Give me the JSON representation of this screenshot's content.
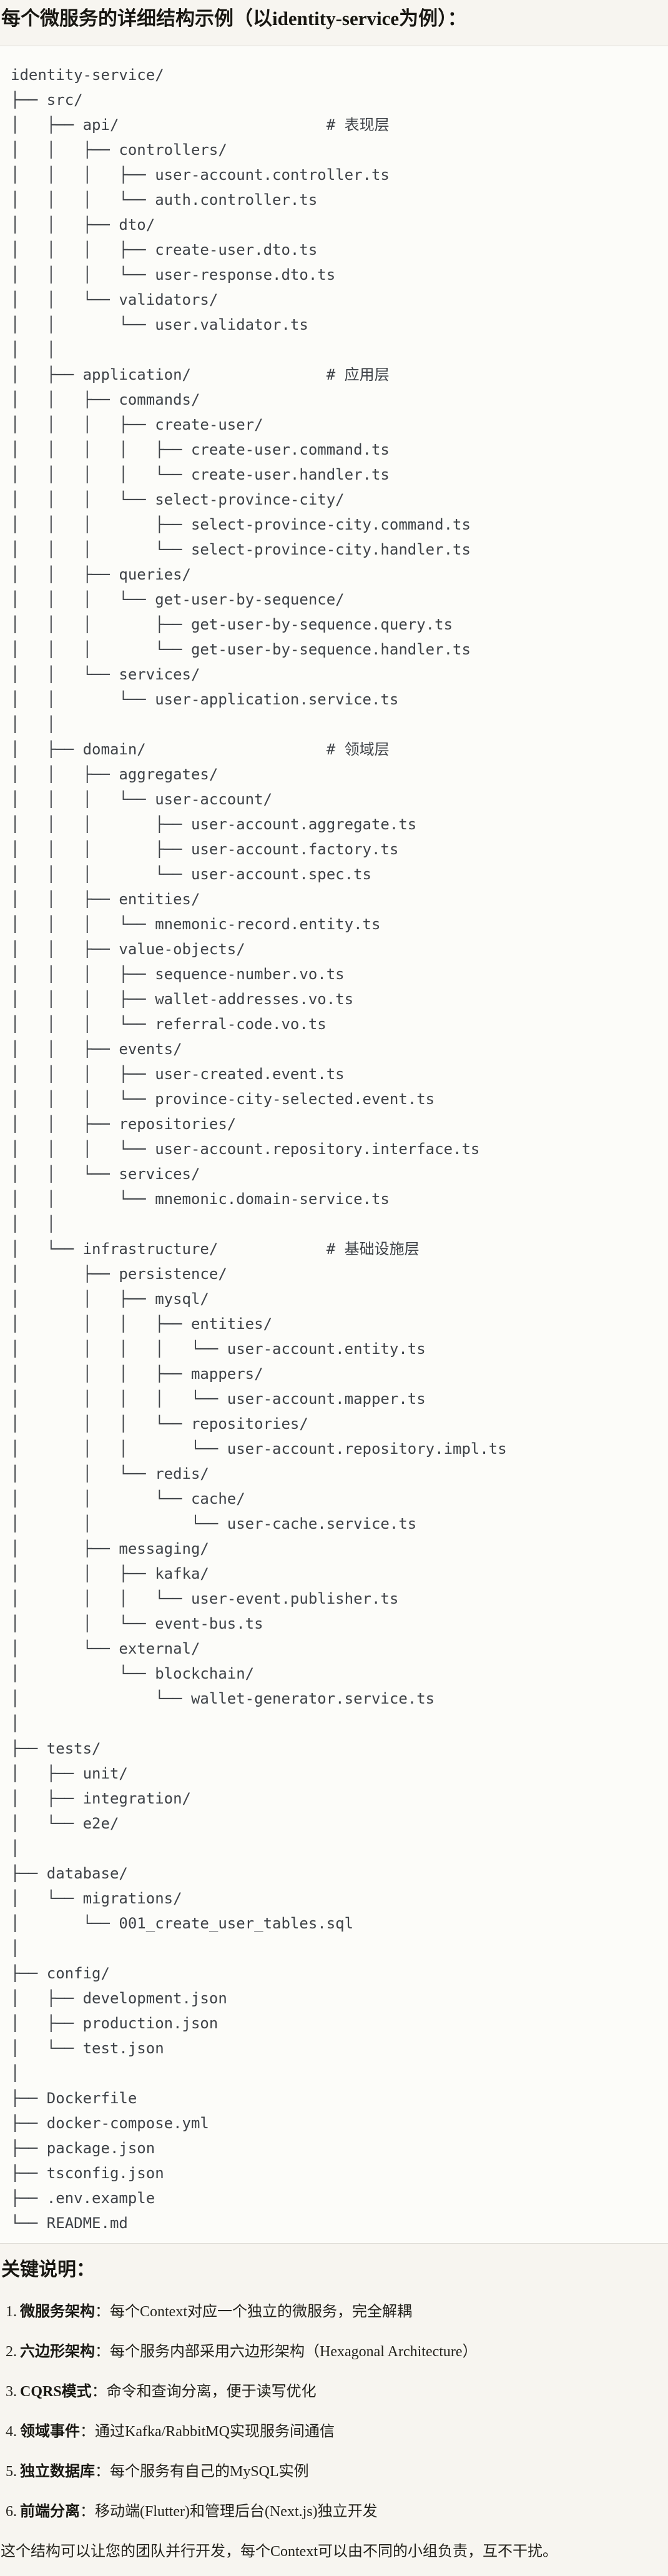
{
  "title": "每个微服务的详细结构示例（以identity-service为例）：",
  "tree_lines": [
    "identity-service/",
    "├── src/",
    "│   ├── api/                       # 表现层",
    "│   │   ├── controllers/",
    "│   │   │   ├── user-account.controller.ts",
    "│   │   │   └── auth.controller.ts",
    "│   │   ├── dto/",
    "│   │   │   ├── create-user.dto.ts",
    "│   │   │   └── user-response.dto.ts",
    "│   │   └── validators/",
    "│   │       └── user.validator.ts",
    "│   │",
    "│   ├── application/               # 应用层",
    "│   │   ├── commands/",
    "│   │   │   ├── create-user/",
    "│   │   │   │   ├── create-user.command.ts",
    "│   │   │   │   └── create-user.handler.ts",
    "│   │   │   └── select-province-city/",
    "│   │   │       ├── select-province-city.command.ts",
    "│   │   │       └── select-province-city.handler.ts",
    "│   │   ├── queries/",
    "│   │   │   └── get-user-by-sequence/",
    "│   │   │       ├── get-user-by-sequence.query.ts",
    "│   │   │       └── get-user-by-sequence.handler.ts",
    "│   │   └── services/",
    "│   │       └── user-application.service.ts",
    "│   │",
    "│   ├── domain/                    # 领域层",
    "│   │   ├── aggregates/",
    "│   │   │   └── user-account/",
    "│   │   │       ├── user-account.aggregate.ts",
    "│   │   │       ├── user-account.factory.ts",
    "│   │   │       └── user-account.spec.ts",
    "│   │   ├── entities/",
    "│   │   │   └── mnemonic-record.entity.ts",
    "│   │   ├── value-objects/",
    "│   │   │   ├── sequence-number.vo.ts",
    "│   │   │   ├── wallet-addresses.vo.ts",
    "│   │   │   └── referral-code.vo.ts",
    "│   │   ├── events/",
    "│   │   │   ├── user-created.event.ts",
    "│   │   │   └── province-city-selected.event.ts",
    "│   │   ├── repositories/",
    "│   │   │   └── user-account.repository.interface.ts",
    "│   │   └── services/",
    "│   │       └── mnemonic.domain-service.ts",
    "│   │",
    "│   └── infrastructure/            # 基础设施层",
    "│       ├── persistence/",
    "│       │   ├── mysql/",
    "│       │   │   ├── entities/",
    "│       │   │   │   └── user-account.entity.ts",
    "│       │   │   ├── mappers/",
    "│       │   │   │   └── user-account.mapper.ts",
    "│       │   │   └── repositories/",
    "│       │   │       └── user-account.repository.impl.ts",
    "│       │   └── redis/",
    "│       │       └── cache/",
    "│       │           └── user-cache.service.ts",
    "│       ├── messaging/",
    "│       │   ├── kafka/",
    "│       │   │   └── user-event.publisher.ts",
    "│       │   └── event-bus.ts",
    "│       └── external/",
    "│           └── blockchain/",
    "│               └── wallet-generator.service.ts",
    "│",
    "├── tests/",
    "│   ├── unit/",
    "│   ├── integration/",
    "│   └── e2e/",
    "│",
    "├── database/",
    "│   └── migrations/",
    "│       └── 001_create_user_tables.sql",
    "│",
    "├── config/",
    "│   ├── development.json",
    "│   ├── production.json",
    "│   └── test.json",
    "│",
    "├── Dockerfile",
    "├── docker-compose.yml",
    "├── package.json",
    "├── tsconfig.json",
    "├── .env.example",
    "└── README.md"
  ],
  "notes_heading": "关键说明：",
  "notes": [
    {
      "num": "1.",
      "label": "微服务架构",
      "text": "：每个Context对应一个独立的微服务，完全解耦"
    },
    {
      "num": "2.",
      "label": "六边形架构",
      "text": "：每个服务内部采用六边形架构（Hexagonal Architecture）"
    },
    {
      "num": "3.",
      "label": "CQRS模式",
      "text": "：命令和查询分离，便于读写优化"
    },
    {
      "num": "4.",
      "label": "领域事件",
      "text": "：通过Kafka/RabbitMQ实现服务间通信"
    },
    {
      "num": "5.",
      "label": "独立数据库",
      "text": "：每个服务有自己的MySQL实例"
    },
    {
      "num": "6.",
      "label": "前端分离",
      "text": "：移动端(Flutter)和管理后台(Next.js)独立开发"
    }
  ],
  "closing": "这个结构可以让您的团队并行开发，每个Context可以由不同的小组负责，互不干扰。"
}
